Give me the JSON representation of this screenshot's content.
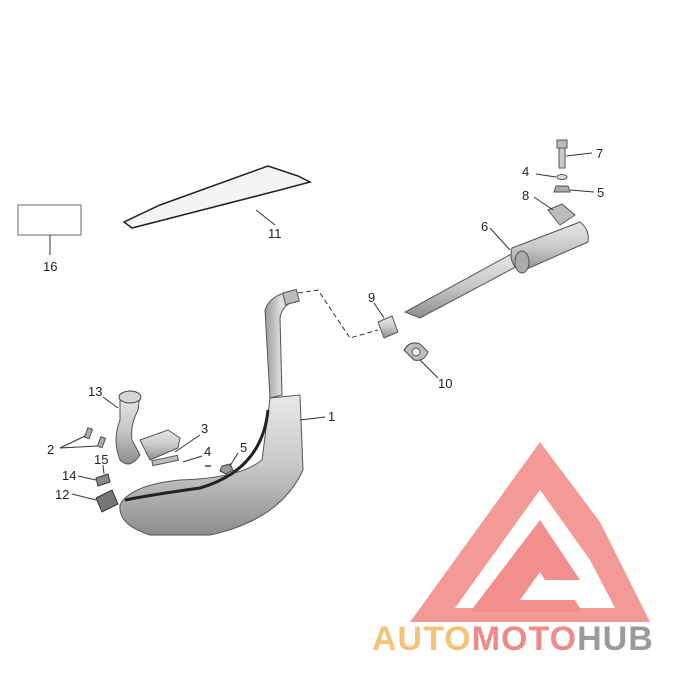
{
  "diagram": {
    "callouts": [
      {
        "id": "c1",
        "text": "1"
      },
      {
        "id": "c2",
        "text": "2"
      },
      {
        "id": "c3",
        "text": "3"
      },
      {
        "id": "c4a",
        "text": "4"
      },
      {
        "id": "c4b",
        "text": "4"
      },
      {
        "id": "c5a",
        "text": "5"
      },
      {
        "id": "c5b",
        "text": "5"
      },
      {
        "id": "c6",
        "text": "6"
      },
      {
        "id": "c7",
        "text": "7"
      },
      {
        "id": "c8",
        "text": "8"
      },
      {
        "id": "c9",
        "text": "9"
      },
      {
        "id": "c10",
        "text": "10"
      },
      {
        "id": "c11",
        "text": "11"
      },
      {
        "id": "c12",
        "text": "12"
      },
      {
        "id": "c13",
        "text": "13"
      },
      {
        "id": "c14",
        "text": "14"
      },
      {
        "id": "c15",
        "text": "15"
      },
      {
        "id": "c16",
        "text": "16"
      }
    ]
  },
  "watermark": {
    "part1": "AUTO",
    "part2": "MOTO",
    "part3": "HUB",
    "colors": {
      "part1": "#f5c27a",
      "part2": "#f08a86",
      "part3": "#9a9a9a",
      "logo": "#f28f8c"
    }
  }
}
